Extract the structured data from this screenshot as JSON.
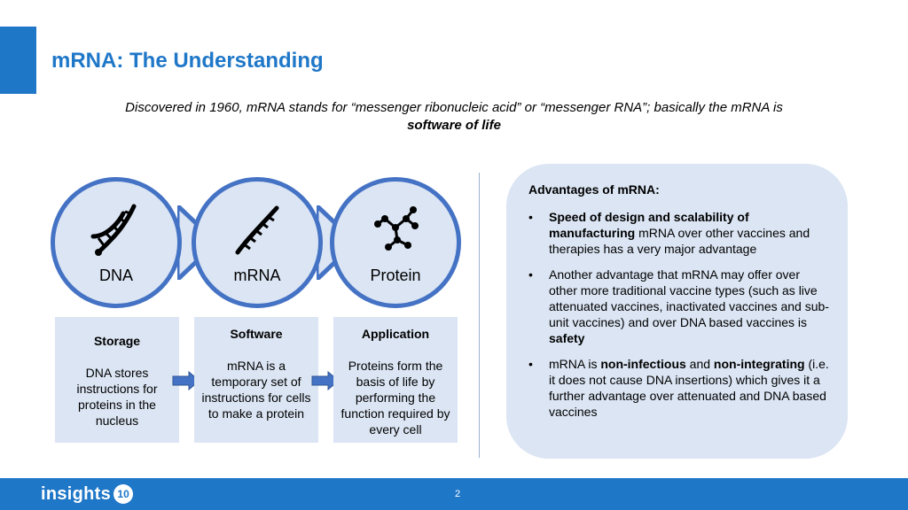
{
  "title": "mRNA: The Understanding",
  "intro": {
    "text": "Discovered in 1960, mRNA stands for “messenger ribonucleic acid” or “messenger RNA”; basically the mRNA is",
    "emphasis": "software of life"
  },
  "circles": [
    {
      "label": "DNA",
      "icon": "dna-helix-icon"
    },
    {
      "label": "mRNA",
      "icon": "rna-strand-icon"
    },
    {
      "label": "Protein",
      "icon": "molecule-icon"
    }
  ],
  "boxes": [
    {
      "heading": "Storage",
      "text": "DNA stores instructions for proteins in the nucleus"
    },
    {
      "heading": "Software",
      "text": "mRNA is a temporary set of instructions for cells to make a protein"
    },
    {
      "heading": "Application",
      "text": "Proteins form the basis of life by performing the function required by every cell"
    }
  ],
  "advantages": {
    "title": "Advantages of mRNA:",
    "items": [
      {
        "bullet": "•",
        "bold_lead": "Speed of design and scalability of manufacturing",
        "text": " mRNA over other vaccines and therapies has a very major advantage"
      },
      {
        "bullet": "•",
        "text": "Another advantage that mRNA may offer over other more traditional vaccine types (such as live attenuated vaccines, inactivated vaccines and sub-unit vaccines) and over DNA based vaccines is ",
        "bold_tail": "safety"
      },
      {
        "bullet": "•",
        "pre": "mRNA is ",
        "bold1": "non-infectious",
        "mid": " and ",
        "bold2": "non-integrating",
        "post": " (i.e. it does not cause DNA insertions) which gives it a further advantage over attenuated and DNA based vaccines"
      }
    ]
  },
  "footer": {
    "logo_text": "insights",
    "logo_badge": "10",
    "page_number": "2"
  },
  "colors": {
    "accent": "#1f77c8",
    "circle_border": "#4472c4",
    "light_fill": "#dbe5f3"
  }
}
